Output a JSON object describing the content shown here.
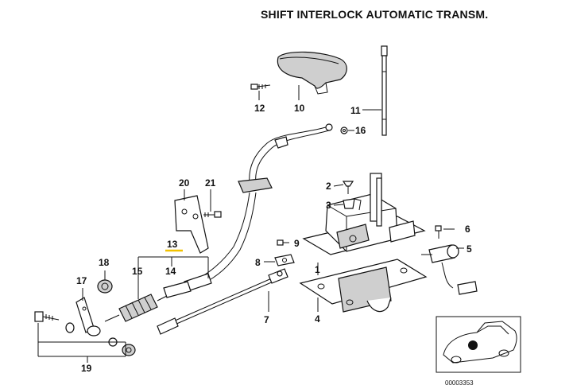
{
  "title": "SHIFT INTERLOCK AUTOMATIC TRANSM.",
  "labels": {
    "p1": "1",
    "p2": "2",
    "p3": "3",
    "p4": "4",
    "p5": "5",
    "p6": "6",
    "p7": "7",
    "p8": "8",
    "p9": "9",
    "p10": "10",
    "p11": "11",
    "p12": "12",
    "p13": "13",
    "p14": "14",
    "p15": "15",
    "p16": "16",
    "p17": "17",
    "p18": "18",
    "p19": "19",
    "p20": "20",
    "p21": "21"
  },
  "highlight_color": "#f2c200",
  "document_number": "00003353"
}
